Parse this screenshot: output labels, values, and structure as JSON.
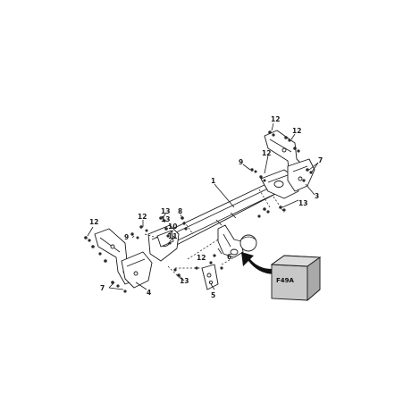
{
  "callouts": [
    "12",
    "12",
    "9",
    "12",
    "7",
    "3",
    "13",
    "1",
    "12",
    "13",
    "8",
    "9",
    "12",
    "13",
    "10",
    "11",
    "6",
    "7",
    "4",
    "13",
    "5",
    "12"
  ],
  "badge": {
    "text": "F49A",
    "box_color": "#c8c8c8",
    "arrow_color": "#111111"
  },
  "colors": {
    "line": "#1a1a1a",
    "background": "#ffffff"
  }
}
